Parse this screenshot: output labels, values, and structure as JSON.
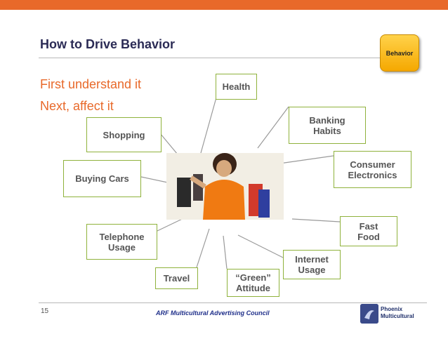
{
  "slide": {
    "title": "How to Drive Behavior",
    "badge": "Behavior",
    "bullets": [
      "First understand it",
      "Next, affect it"
    ],
    "page_number": "15",
    "footer": "ARF Multicultural Advertising Council",
    "logo_text": "Phoenix\nMulticultural"
  },
  "boxes": {
    "health": "Health",
    "banking": "Banking\nHabits",
    "shopping": "Shopping",
    "buying_cars": "Buying Cars",
    "consumer": "Consumer\nElectronics",
    "fast_food": "Fast\nFood",
    "telephone": "Telephone\nUsage",
    "internet": "Internet\nUsage",
    "travel": "Travel",
    "green": "“Green”\nAttitude"
  },
  "colors": {
    "accent": "#e8692a",
    "title": "#2b2b55",
    "box_border": "#8fb23c",
    "badge": "#f5a800"
  }
}
